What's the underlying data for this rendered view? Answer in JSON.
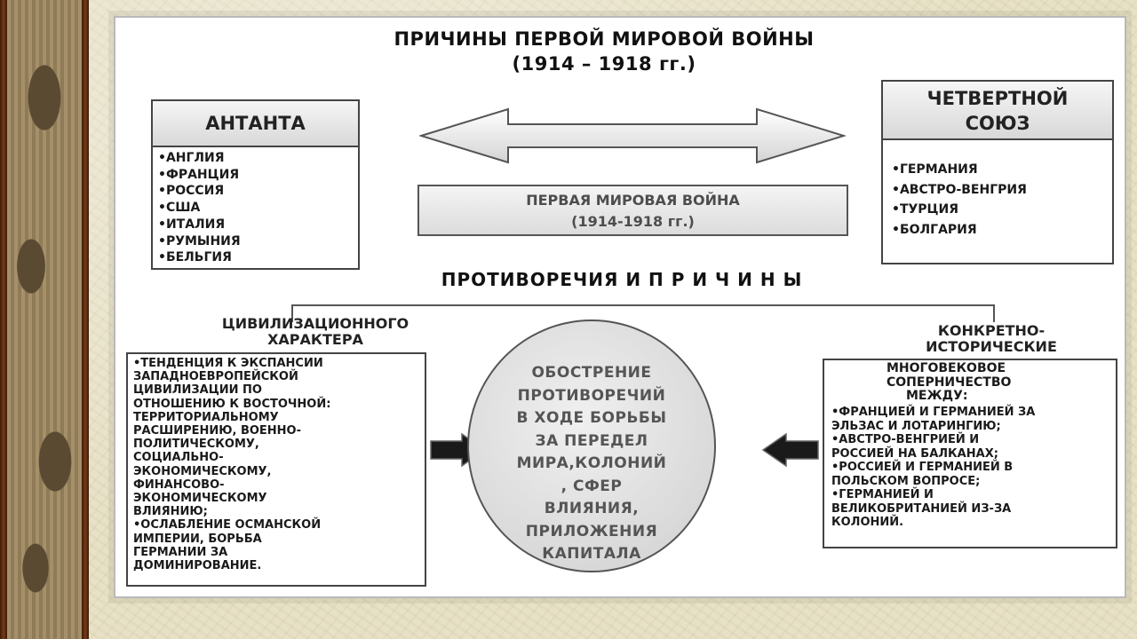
{
  "title": {
    "line1": "ПРИЧИНЫ ПЕРВОЙ МИРОВОЙ ВОЙНЫ",
    "line2": "(1914 – 1918 гг.)"
  },
  "entente": {
    "header": "АНТАНТА",
    "members": [
      "•АНГЛИЯ",
      "•ФРАНЦИЯ",
      "•РОССИЯ",
      "•США",
      "•ИТАЛИЯ",
      "•РУМЫНИЯ",
      "•БЕЛЬГИЯ"
    ]
  },
  "quadruple": {
    "header_line1": "ЧЕТВЕРТНОЙ",
    "header_line2": "СОЮЗ",
    "members": [
      "•ГЕРМАНИЯ",
      "•АВСТРО-ВЕНГРИЯ",
      "•ТУРЦИЯ",
      "•БОЛГАРИЯ"
    ]
  },
  "center": {
    "line1": "ПЕРВАЯ МИРОВАЯ ВОЙНА",
    "line2": "(1914-1918 гг.)"
  },
  "subtitle": "ПРОТИВОРЕЧИЯ И П Р И Ч И Н Ы",
  "civilizational": {
    "heading_line1": "ЦИВИЛИЗАЦИОННОГО",
    "heading_line2": "ХАРАКТЕРА",
    "lines": [
      "•ТЕНДЕНЦИЯ К ЭКСПАНСИИ",
      "ЗАПАДНОЕВРОПЕЙСКОЙ",
      "ЦИВИЛИЗАЦИИ ПО",
      "ОТНОШЕНИЮ К ВОСТОЧНОЙ:",
      "ТЕРРИТОРИАЛЬНОМУ",
      "РАСШИРЕНИЮ, ВОЕННО-",
      "ПОЛИТИЧЕСКОМУ,",
      "СОЦИАЛЬНО-",
      "ЭКОНОМИЧЕСКОМУ,",
      "ФИНАНСОВО-",
      "ЭКОНОМИЧЕСКОМУ",
      "ВЛИЯНИЮ;",
      "•ОСЛАБЛЕНИЕ ОСМАНСКОЙ",
      "ИМПЕРИИ, БОРЬБА",
      "ГЕРМАНИИ ЗА",
      "ДОМИНИРОВАНИЕ."
    ]
  },
  "circle": {
    "lines": [
      "ОБОСТРЕНИЕ",
      "ПРОТИВОРЕЧИЙ",
      "В ХОДЕ БОРЬБЫ",
      "ЗА ПЕРЕДЕЛ",
      "МИРА,КОЛОНИЙ",
      ", СФЕР",
      "ВЛИЯНИЯ,",
      "ПРИЛОЖЕНИЯ",
      "КАПИТАЛА"
    ]
  },
  "historical": {
    "heading_line1": "КОНКРЕТНО-",
    "heading_line2": "ИСТОРИЧЕСКИЕ",
    "intro_lines": [
      "МНОГОВЕКОВОЕ",
      "СОПЕРНИЧЕСТВО",
      "МЕЖДУ:"
    ],
    "lines": [
      "•ФРАНЦИЕЙ И ГЕРМАНИЕЙ ЗА",
      "ЭЛЬЗАС И ЛОТАРИНГИЮ;",
      "•АВСТРО-ВЕНГРИЕЙ И",
      "РОССИЕЙ НА БАЛКАНАХ;",
      "•РОССИЕЙ И ГЕРМАНИЕЙ В",
      "ПОЛЬСКОМ ВОПРОСЕ;",
      "•ГЕРМАНИЕЙ И",
      "ВЕЛИКОБРИТАНИЕЙ ИЗ-ЗА",
      "КОЛОНИЙ."
    ]
  }
}
